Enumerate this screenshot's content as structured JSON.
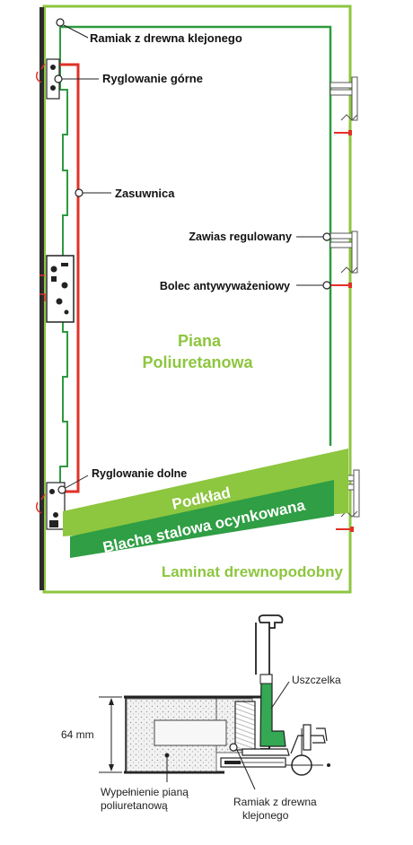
{
  "door": {
    "labels": {
      "ramiak": "Ramiak z drewna klejonego",
      "ryglowanie_gorne": "Ryglowanie górne",
      "zasuwnica": "Zasuwnica",
      "zawias": "Zawias regulowany",
      "bolec": "Bolec antywyważeniowy",
      "ryglowanie_dolne": "Ryglowanie dolne",
      "piana_line1": "Piana",
      "piana_line2": "Poliuretanowa",
      "podklad": "Podkład",
      "blacha": "Blacha stalowa ocynkowana",
      "laminat": "Laminat drewnopodobny"
    },
    "colors": {
      "laminate": "#8dc63f",
      "frame": "#2e9a3e",
      "lock_bar": "#e03127",
      "steel_band": "#2f9e44"
    }
  },
  "section": {
    "labels": {
      "thickness": "64 mm",
      "uszczelka": "Uszczelka",
      "wypelnienie_line1": "Wypełnienie pianą",
      "wypelnienie_line2": "poliuretanową",
      "ramiak_line1": "Ramiak z drewna",
      "ramiak_line2": "klejonego"
    }
  }
}
